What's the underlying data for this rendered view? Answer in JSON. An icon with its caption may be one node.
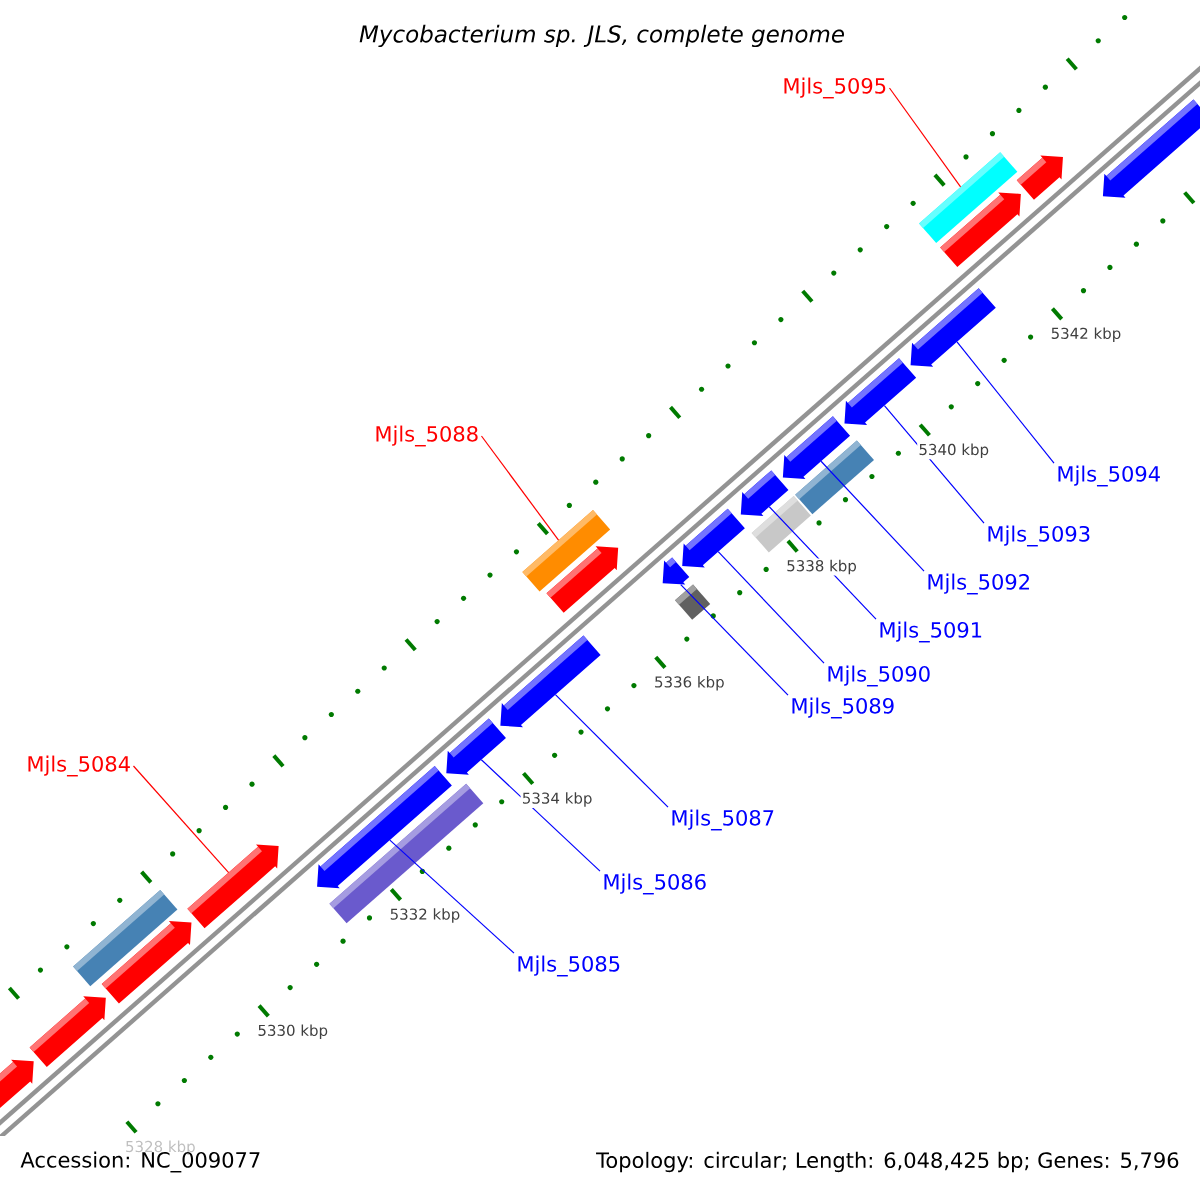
{
  "diagram": {
    "title": "Mycobacterium sp. JLS, complete genome",
    "nodes": [
      {
        "text": [
          "Mjls_5095"
        ]
      },
      {
        "text": [
          "Mjls_5088"
        ]
      },
      {
        "text": [
          "Mjls_5084"
        ]
      },
      {
        "text": [
          "Mjls_5094"
        ]
      },
      {
        "text": [
          "Mjls_5093"
        ]
      },
      {
        "text": [
          "Mjls_5092"
        ]
      },
      {
        "text": [
          "Mjls_5091"
        ]
      },
      {
        "text": [
          "Mjls_5090"
        ]
      },
      {
        "text": [
          "Mjls_5089"
        ]
      },
      {
        "text": [
          "Mjls_5087"
        ]
      },
      {
        "text": [
          "Mjls_5086"
        ]
      },
      {
        "text": [
          "Mjls_5085"
        ]
      },
      {
        "text": [],
        "shape": "arrow"
      },
      {
        "text": [],
        "shape": "arrow"
      },
      {
        "text": [],
        "shape": "bar"
      },
      {
        "text": [],
        "shape": "arrow"
      },
      {
        "text": [],
        "shape": "arrow"
      },
      {
        "text": [],
        "shape": "bar"
      },
      {
        "text": [],
        "shape": "arrow"
      },
      {
        "text": [],
        "shape": "arrow"
      },
      {
        "text": [],
        "shape": "arrow"
      },
      {
        "text": [],
        "shape": "bar"
      },
      {
        "text": [],
        "shape": "arrow"
      },
      {
        "text": [],
        "shape": "arrow"
      },
      {
        "text": [],
        "shape": "bar"
      },
      {
        "text": [],
        "shape": "arrow"
      },
      {
        "text": [],
        "shape": "bar"
      },
      {
        "text": [],
        "shape": "arrow"
      },
      {
        "text": [],
        "shape": "bar"
      },
      {
        "text": [],
        "shape": "arrow"
      },
      {
        "text": [],
        "shape": "arrow"
      },
      {
        "text": [],
        "shape": "arrow"
      },
      {
        "text": [],
        "shape": "bar"
      },
      {
        "text": [],
        "shape": "arrow"
      },
      {
        "text": [],
        "shape": "arrow"
      },
      {
        "text": [],
        "shape": "arrow"
      }
    ],
    "edges": [
      {
        "from": 0,
        "to": 32,
        "arrow": "none",
        "color": "#ff0000"
      },
      {
        "from": 1,
        "to": 21,
        "arrow": "none",
        "color": "#ff0000"
      },
      {
        "from": 2,
        "to": 16,
        "arrow": "none",
        "color": "#ff0000"
      },
      {
        "from": 3,
        "to": 31,
        "arrow": "none"
      },
      {
        "from": 4,
        "to": 30,
        "arrow": "none"
      },
      {
        "from": 5,
        "to": 29,
        "arrow": "none"
      },
      {
        "from": 6,
        "to": 27,
        "arrow": "none"
      },
      {
        "from": 7,
        "to": 25,
        "arrow": "none"
      },
      {
        "from": 8,
        "to": 23,
        "arrow": "none"
      },
      {
        "from": 9,
        "to": 20,
        "arrow": "none"
      },
      {
        "from": 10,
        "to": 19,
        "arrow": "none"
      },
      {
        "from": 11,
        "to": 18,
        "arrow": "none"
      }
    ],
    "labels": [
      "5342 kbp",
      "5340 kbp",
      "5338 kbp",
      "5336 kbp",
      "5334 kbp",
      "5332 kbp",
      "5330 kbp",
      "Accession: NC_009077",
      "Topology: circular; Length: 6,048,425 bp; Genes: 5,796",
      "5328 kbp"
    ]
  }
}
